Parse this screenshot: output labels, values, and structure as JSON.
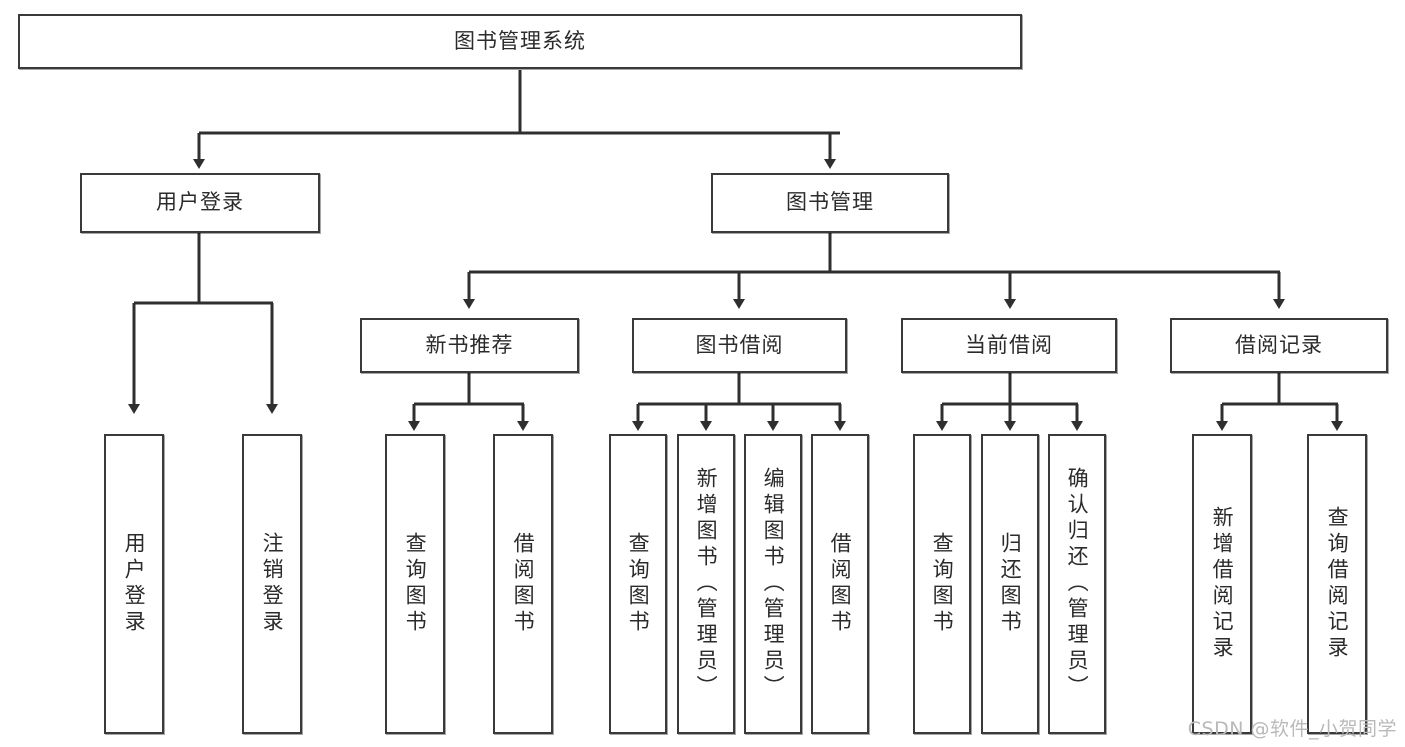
{
  "diagram": {
    "title": "图书管理系统",
    "type": "tree-hierarchy-chart",
    "root": {
      "id": "root",
      "label": "图书管理系统"
    },
    "level2": [
      {
        "id": "user-login",
        "label": "用户登录"
      },
      {
        "id": "book-manage",
        "label": "图书管理"
      }
    ],
    "level3": [
      {
        "id": "new-book-rec",
        "label": "新书推荐",
        "parent": "book-manage"
      },
      {
        "id": "book-borrow",
        "label": "图书借阅",
        "parent": "book-manage"
      },
      {
        "id": "current-borrow",
        "label": "当前借阅",
        "parent": "book-manage"
      },
      {
        "id": "borrow-record",
        "label": "借阅记录",
        "parent": "book-manage"
      }
    ],
    "leaves": {
      "user-login": [
        {
          "id": "leaf-user-login",
          "label": "用户登录"
        },
        {
          "id": "leaf-logout",
          "label": "注销登录"
        }
      ],
      "new-book-rec": [
        {
          "id": "leaf-query-book-1",
          "label": "查询图书"
        },
        {
          "id": "leaf-borrow-book-1",
          "label": "借阅图书"
        }
      ],
      "book-borrow": [
        {
          "id": "leaf-query-book-2",
          "label": "查询图书"
        },
        {
          "id": "leaf-add-book",
          "label": "新增图书（管理员）"
        },
        {
          "id": "leaf-edit-book",
          "label": "编辑图书（管理员）"
        },
        {
          "id": "leaf-borrow-book-2",
          "label": "借阅图书"
        }
      ],
      "current-borrow": [
        {
          "id": "leaf-query-book-3",
          "label": "查询图书"
        },
        {
          "id": "leaf-return-book",
          "label": "归还图书"
        },
        {
          "id": "leaf-confirm-return",
          "label": "确认归还（管理员）"
        }
      ],
      "borrow-record": [
        {
          "id": "leaf-add-record",
          "label": "新增借阅记录"
        },
        {
          "id": "leaf-query-record",
          "label": "查询借阅记录"
        }
      ]
    }
  },
  "watermark": {
    "text": "CSDN @软件_小贺同学"
  },
  "colors": {
    "stroke": "#3a3a3a",
    "background": "#ffffff",
    "text": "#2b2b2b",
    "watermark": "#b9b9b9"
  }
}
